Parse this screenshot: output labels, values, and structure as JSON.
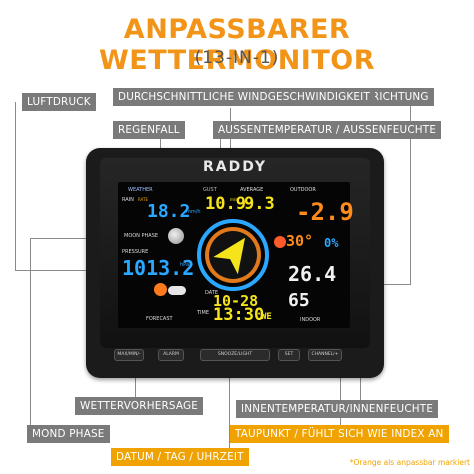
{
  "title": "ANPASSBARER WETTERMONITOR",
  "subtitle": "(13-IN-1)",
  "labels": {
    "windrichtung": "WINDRICHTUNG",
    "luftdruck": "LUFTDRUCK",
    "durchschnitt": "DURCHSCHNITTLICHE WINDGESCHWINDIGKEIT",
    "regenfall": "REGENFALL",
    "aussen": "AUSSENTEMPERATUR / AUSSENFEUCHTE",
    "wettervorhersage": "WETTERVORHERSAGE",
    "innen": "INNENTEMPERATUR/INNENFEUCHTE",
    "mondphase": "MOND PHASE",
    "taupunkt": "TAUPUNKT / FÜHLT SICH WIE INDEX AN",
    "datum": "DATUM / TAG / UHRZEIT"
  },
  "footnote": "*Orange als anpassbar markiert",
  "colors": {
    "accent": "#f29418",
    "label_grey": "#7a7a7a",
    "label_orange": "#f0a300",
    "seg_blue": "#2aa7ff",
    "seg_yellow": "#f5e41c",
    "seg_white": "#f2f2f2",
    "seg_red": "#ff5a2a",
    "seg_orange": "#ff8c1a"
  },
  "device": {
    "brand": "RADDY",
    "screen": {
      "weather_hdr": "WEATHER",
      "rain_lbl": "RAIN",
      "rate_lbl": "RATE",
      "rain_value": "18.2",
      "rain_unit": "mm/h",
      "gust_lbl": "GUST",
      "average_lbl": "AVERAGE",
      "gust_value": "10.9",
      "avg_value": "9.3",
      "wind_unit": "m/s",
      "outdoor_lbl": "OUTDOOR",
      "outdoor_temp": "-2.9",
      "moon_lbl": "MOON PHASE",
      "pressure_lbl": "PRESSURE",
      "pressure_value": "1013.2",
      "pressure_unit": "hPa",
      "dew_value": "30°",
      "humid_value": "0%",
      "indoor_temp": "26.4",
      "indoor_hum": "65",
      "indoor_lbl": "INDOOR",
      "date_lbl": "DATE",
      "date_value": "10-28",
      "time_lbl": "TIME",
      "time_value": "13:30",
      "day_value": "WE",
      "forecast_lbl": "FORECAST"
    },
    "buttons": [
      "MAX/MIN/-",
      "ALARM",
      "SNOOZE/LIGHT",
      "SET",
      "CHANNEL/+"
    ]
  }
}
